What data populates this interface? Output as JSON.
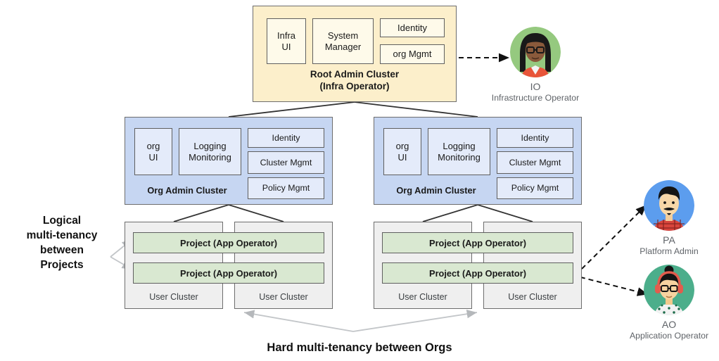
{
  "diagram": {
    "title_bottom": "Hard multi-tenancy between Orgs",
    "side_label": "Logical\nmulti-tenancy\nbetween\nProjects",
    "side_label_lines": [
      "Logical",
      "multi-tenancy",
      "between",
      "Projects"
    ]
  },
  "colors": {
    "root_fill": "#FCEFCB",
    "root_inner_fill": "#FEFAEA",
    "org_fill": "#C6D6F2",
    "org_inner_fill": "#E4EBFA",
    "user_cluster_fill": "#EFEFEF",
    "project_fill": "#D9E8D1",
    "border": "#6d6d6d",
    "io_avatar_bg": "#95C97F",
    "pa_avatar_bg": "#5C9DEE",
    "ao_avatar_bg": "#4CAE8B"
  },
  "root_cluster": {
    "title_line1": "Root Admin Cluster",
    "title_line2": "(Infra Operator)",
    "modules": [
      {
        "label": "Infra\nUI",
        "lines": [
          "Infra",
          "UI"
        ]
      },
      {
        "label": "System\nManager",
        "lines": [
          "System",
          "Manager"
        ]
      },
      {
        "label": "Identity"
      },
      {
        "label": "org Mgmt"
      }
    ]
  },
  "org_clusters": [
    {
      "title": "Org Admin Cluster",
      "modules": [
        {
          "lines": [
            "org",
            "UI"
          ]
        },
        {
          "lines": [
            "Logging",
            "Monitoring"
          ]
        },
        {
          "label": "Identity"
        },
        {
          "label": "Cluster Mgmt"
        },
        {
          "label": "Policy Mgmt"
        }
      ],
      "user_clusters": [
        {
          "label": "User Cluster"
        },
        {
          "label": "User Cluster"
        }
      ],
      "projects": [
        {
          "label": "Project (App Operator)"
        },
        {
          "label": "Project (App Operator)"
        }
      ]
    },
    {
      "title": "Org Admin Cluster",
      "modules": [
        {
          "lines": [
            "org",
            "UI"
          ]
        },
        {
          "lines": [
            "Logging",
            "Monitoring"
          ]
        },
        {
          "label": "Identity"
        },
        {
          "label": "Cluster Mgmt"
        },
        {
          "label": "Policy Mgmt"
        }
      ],
      "user_clusters": [
        {
          "label": "User Cluster"
        },
        {
          "label": "User Cluster"
        }
      ],
      "projects": [
        {
          "label": "Project (App Operator)"
        },
        {
          "label": "Project  (App Operator)"
        }
      ]
    }
  ],
  "personas": [
    {
      "code": "IO",
      "role": "Infrastructure Operator"
    },
    {
      "code": "PA",
      "role": "Platform Admin"
    },
    {
      "code": "AO",
      "role": "Application Operator"
    }
  ]
}
